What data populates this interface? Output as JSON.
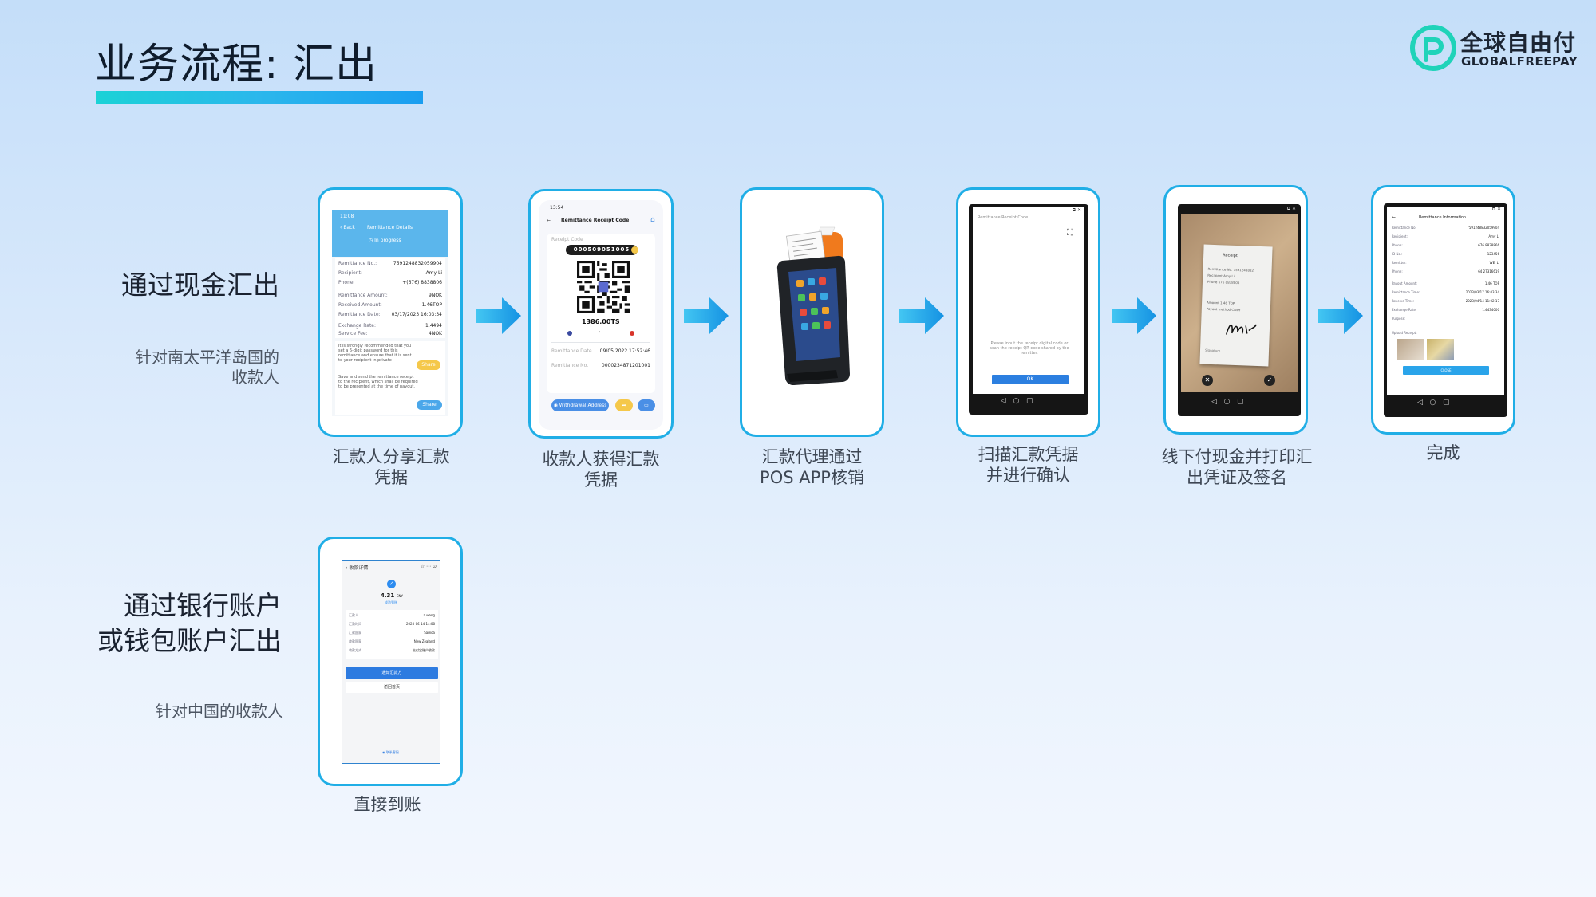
{
  "header": {
    "title": "业务流程: 汇出",
    "logo_cn": "全球自由付",
    "logo_en": "GLOBALFREEPAY"
  },
  "sections": {
    "cash": {
      "title": "通过现金汇出",
      "subtitle_lines": [
        "针对南太平洋岛国的",
        "收款人"
      ]
    },
    "bank": {
      "title_lines": [
        "通过银行账户",
        "或钱包账户汇出"
      ],
      "subtitle": "针对中国的收款人"
    }
  },
  "steps": [
    {
      "caption_lines": [
        "汇款人分享汇款",
        "凭据"
      ]
    },
    {
      "caption_lines": [
        "收款人获得汇款",
        "凭据"
      ]
    },
    {
      "caption_lines": [
        "汇款代理通过",
        "POS APP核销"
      ]
    },
    {
      "caption_lines": [
        "扫描汇款凭据",
        "并进行确认"
      ]
    },
    {
      "caption_lines": [
        "线下付现金并打印汇",
        "出凭证及签名"
      ]
    },
    {
      "caption_lines": [
        "完成"
      ]
    }
  ],
  "direct": {
    "caption": "直接到账"
  },
  "screens": {
    "s1": {
      "time": "11:08",
      "back": "Back",
      "title": "Remittance Details",
      "status": "In progress",
      "rows": [
        {
          "k": "Remittance No.:",
          "v": "7591248832059904"
        },
        {
          "k": "Recipient:",
          "v": "Amy Li"
        },
        {
          "k": "Phone:",
          "v": "+(676) 8838806"
        },
        {
          "k": "Remittance Amount:",
          "v": "9NOK"
        },
        {
          "k": "Received Amount:",
          "v": "1.46TOP"
        },
        {
          "k": "Remittance Date:",
          "v": "03/17/2023 16:03:34"
        },
        {
          "k": "Exchange Rate:",
          "v": "1.4494"
        },
        {
          "k": "Service Fee:",
          "v": "4NOK"
        }
      ],
      "note1": "It is strongly recommended that you set a 6-digit password for this remittance and ensure that it is sent to your recipient in private",
      "note1_btn": "Share",
      "note2": "Save and send the remittance receipt to the recipient, which shall be required to be presented at the time of payout.",
      "note2_btn": "Share"
    },
    "s2": {
      "time": "13:54",
      "title": "Remittance Receipt Code",
      "code_label": "Receipt Code",
      "code": "000509051005",
      "amount": "1386.00TS",
      "date_k": "Remittance Date",
      "date_v": "09/05 2022 17:52:46",
      "no_k": "Remittance No.",
      "no_v": "0000234871201001",
      "btn": "Withdrawal Address"
    },
    "s4": {
      "title": "Remittance Receipt Code",
      "hint": "Please input the receipt digital code or scan the receipt QR code shared by the remitter.",
      "ok": "OK"
    },
    "s5": {
      "receipt_title": "Receipt",
      "receipt_lines": [
        "Remittance No. 7591248832",
        "Recipient Amy Li",
        "Phone 676 8838806",
        "Amount 1.46 TOP",
        "Payout method CASH",
        "Signature"
      ]
    },
    "s6": {
      "title": "Remittance Information",
      "rows": [
        {
          "k": "Remittance No:",
          "v": "7591248832059904"
        },
        {
          "k": "Recipient:",
          "v": "Amy Li"
        },
        {
          "k": "Phone:",
          "v": "676 8838866"
        },
        {
          "k": "ID No.:",
          "v": "123456"
        },
        {
          "k": "Remitter:",
          "v": "WEI LI"
        },
        {
          "k": "Phone:",
          "v": "64 27316619"
        },
        {
          "k": "Payout Amount:",
          "v": "1.46 TOP"
        },
        {
          "k": "Remittance Time:",
          "v": "2023/03/17 16:03:34"
        },
        {
          "k": "Receive Time:",
          "v": "2023/04/14 11:02:17"
        },
        {
          "k": "Exchange Rate:",
          "v": "1.4434000"
        },
        {
          "k": "Purpose:",
          "v": ""
        }
      ],
      "upload": "Upload Receipt:",
      "close": "CLOSE"
    },
    "s7": {
      "back": "收款详情",
      "amount": "4.31",
      "currency": "CNY",
      "status": "成功到账",
      "rows": [
        {
          "k": "汇款人",
          "v": "a.wang"
        },
        {
          "k": "汇款时间",
          "v": "2023-06-14 14:08"
        },
        {
          "k": "汇款国家",
          "v": "Samoa"
        },
        {
          "k": "收款国家",
          "v": "New Zealand"
        },
        {
          "k": "收款方式",
          "v": "支付宝账户收款"
        }
      ],
      "btn_primary": "通知汇款方",
      "btn_secondary": "返回首页",
      "footer": "联系客服"
    }
  },
  "colors": {
    "accent": "#20aee6",
    "arrow": "#1aa3e8",
    "title_bar_start": "#1bd2d6",
    "title_bar_end": "#1a9ef0"
  }
}
